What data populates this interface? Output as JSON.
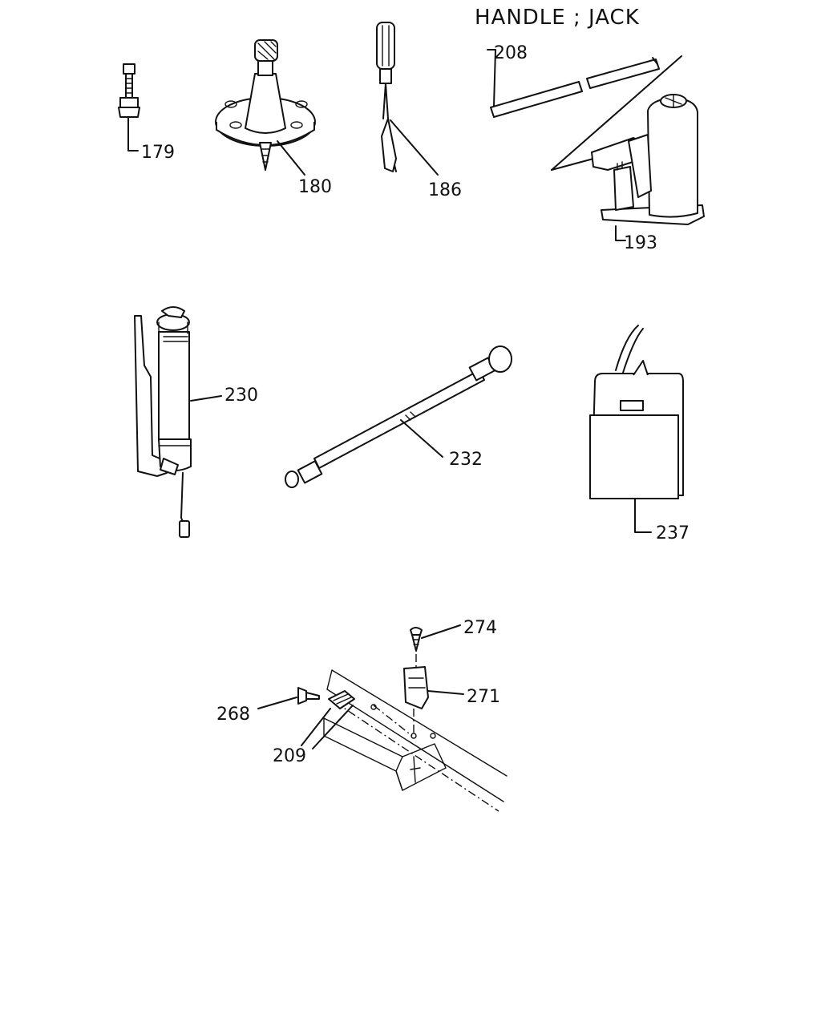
{
  "heading": "HANDLE ; JACK",
  "callouts": {
    "p179": "179",
    "p180": "180",
    "p186": "186",
    "p208": "208",
    "p193": "193",
    "p230": "230",
    "p232": "232",
    "p237": "237",
    "p274": "274",
    "p271": "271",
    "p268": "268",
    "p209": "209"
  }
}
